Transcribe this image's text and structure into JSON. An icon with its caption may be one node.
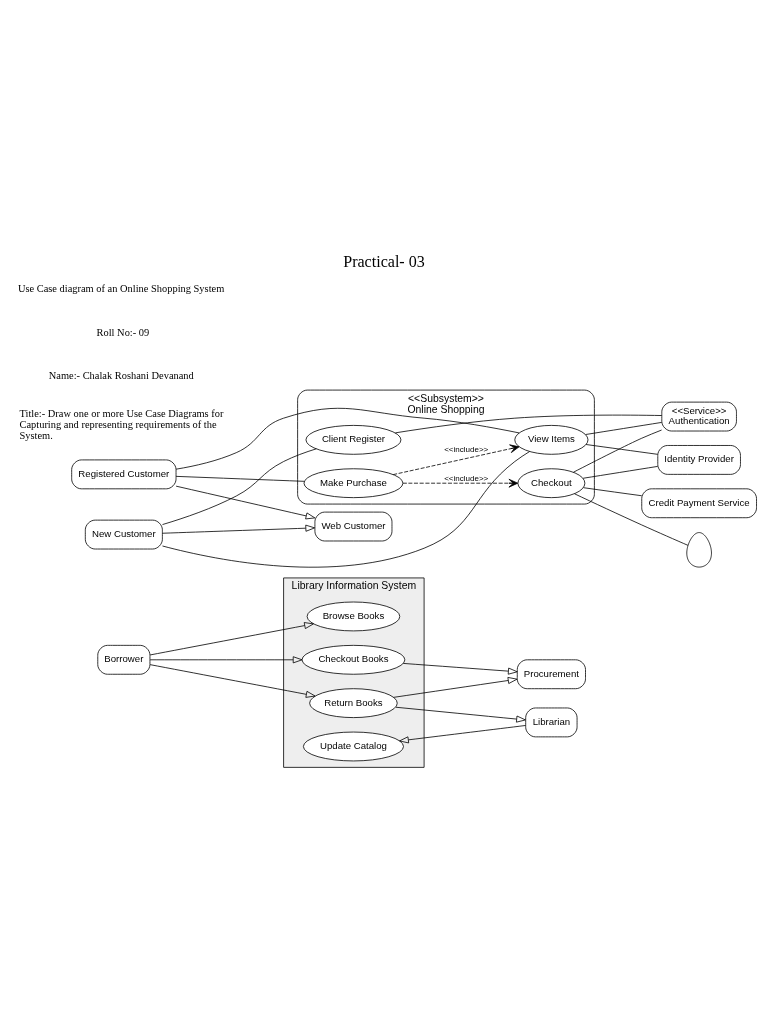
{
  "diagram": {
    "title": "Practical- 03",
    "nodes": [
      {
        "text": [
          "Library Information System"
        ]
      },
      {
        "text": [
          "Browse Books"
        ],
        "in": 0
      },
      {
        "text": [
          "Checkout Books"
        ],
        "in": 0
      },
      {
        "text": [
          "Return Books"
        ],
        "in": 0
      },
      {
        "text": [
          "Update Catalog"
        ],
        "in": 0
      },
      {
        "text": [
          "Borrower"
        ]
      },
      {
        "text": [
          "Procurement"
        ]
      },
      {
        "text": [
          "Librarian"
        ]
      },
      {
        "text": [
          "<<Subsystem>>",
          "Online Shopping"
        ]
      },
      {
        "text": [
          "View Items"
        ],
        "in": 8
      },
      {
        "text": [
          "Make Purchase"
        ],
        "in": 8
      },
      {
        "text": [
          "Checkout"
        ],
        "in": 8
      },
      {
        "text": [
          "Client Register"
        ],
        "in": 8
      },
      {
        "text": [
          "Web Customer"
        ]
      },
      {
        "text": [
          "Registered Customer"
        ]
      },
      {
        "text": [
          "New Customer"
        ]
      },
      {
        "text": [
          "<<Service>>",
          "Authentication"
        ]
      },
      {
        "text": [
          "Identity Provider"
        ]
      },
      {
        "text": [
          "Credit Payment Service"
        ]
      },
      {
        "text": [],
        "shape": "person"
      }
    ],
    "edges": [
      {
        "from": 5,
        "to": 1,
        "arrow": "to"
      },
      {
        "from": 5,
        "to": 2,
        "arrow": "to"
      },
      {
        "from": 5,
        "to": 3,
        "arrow": "to"
      },
      {
        "from": 2,
        "to": 6,
        "arrow": "to"
      },
      {
        "from": 3,
        "to": 6,
        "arrow": "to"
      },
      {
        "from": 3,
        "to": 7,
        "arrow": "to"
      },
      {
        "from": 7,
        "to": 4,
        "arrow": "to"
      },
      {
        "from": 14,
        "to": 13,
        "arrow": "to"
      },
      {
        "from": 15,
        "to": 13,
        "arrow": "to"
      },
      {
        "from": 14,
        "to": 9,
        "arrow": "none"
      },
      {
        "from": 14,
        "to": 10,
        "arrow": "none"
      },
      {
        "from": 15,
        "to": 9,
        "arrow": "none"
      },
      {
        "from": 15,
        "to": 12,
        "arrow": "none"
      },
      {
        "from": 10,
        "to": 9,
        "arrow": "to",
        "label": "<<include>>",
        "style": "dashed"
      },
      {
        "from": 10,
        "to": 11,
        "arrow": "to",
        "label": "<<include>>",
        "style": "dashed"
      },
      {
        "from": 9,
        "to": 16,
        "arrow": "none"
      },
      {
        "from": 9,
        "to": 17,
        "arrow": "none"
      },
      {
        "from": 11,
        "to": 16,
        "arrow": "none"
      },
      {
        "from": 11,
        "to": 17,
        "arrow": "none"
      },
      {
        "from": 11,
        "to": 18,
        "arrow": "none"
      },
      {
        "from": 11,
        "to": 19,
        "arrow": "none"
      },
      {
        "from": 12,
        "to": 16,
        "arrow": "none"
      }
    ],
    "labels": [
      "Title:- Draw one or more Use Case Diagrams for Capturing and representing requirements of the System.",
      "Name:- Chalak Roshani Devanand",
      "Roll No:- 09",
      "Use Case diagram of an Online Shopping System"
    ]
  }
}
